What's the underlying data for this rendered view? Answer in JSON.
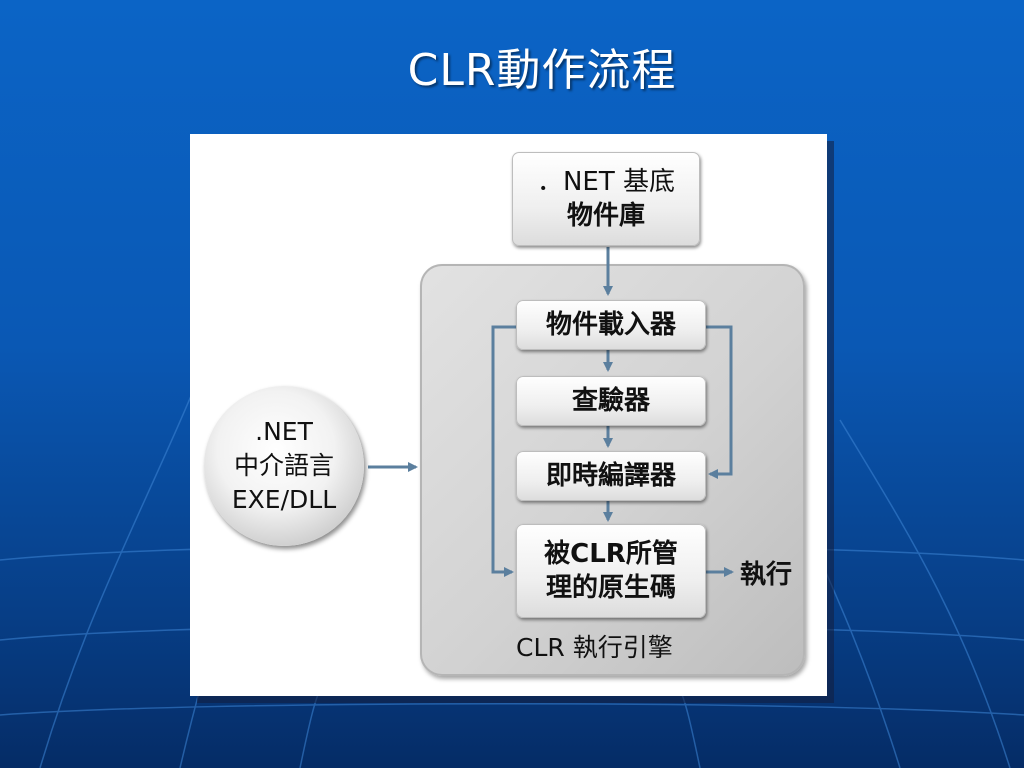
{
  "slide": {
    "title": "CLR動作流程"
  },
  "diagram": {
    "base_library": [
      "．NET 基底",
      "物件庫"
    ],
    "source": [
      ".NET",
      "中介語言",
      "EXE/DLL"
    ],
    "loader": "物件載入器",
    "verifier": "查驗器",
    "jit": "即時編譯器",
    "native_code": [
      "被CLR所管",
      "理的原生碼"
    ],
    "execute": "執行",
    "engine_label": "CLR 執行引擎"
  },
  "colors": {
    "arrow": "#5b7f9e",
    "background": "#0a58b4"
  }
}
